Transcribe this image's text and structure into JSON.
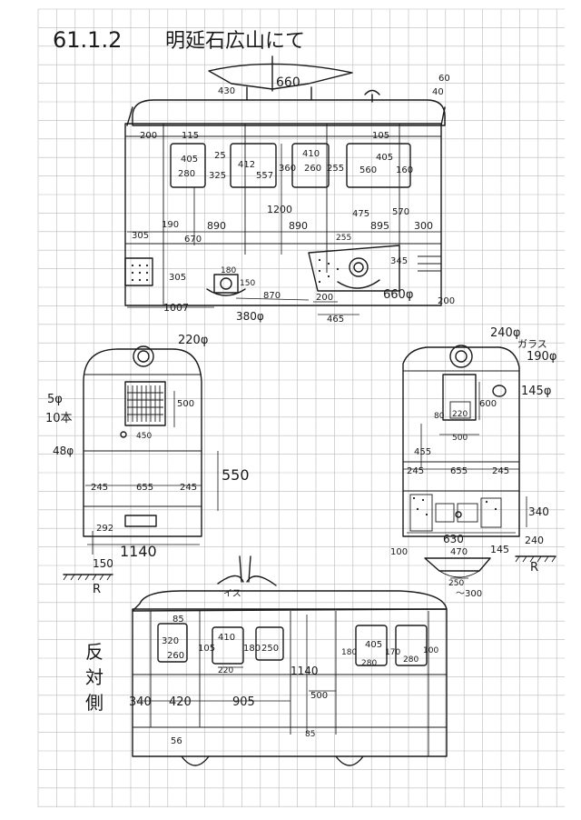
{
  "header": {
    "date": "61.1.2",
    "location": "明延石広山にて"
  },
  "colors": {
    "paper": "#ffffff",
    "grid": "#b9b9b9",
    "ink": "#1a1a1a"
  },
  "side_view": {
    "labels": {
      "pantograph_width": "660",
      "pant_offset": "430",
      "top_right_1": "60",
      "top_right_2": "40",
      "corner_200": "200",
      "w1_top": "115",
      "w1_h": "405",
      "w1_w": "280",
      "w1_gap": "25",
      "w1_bottom": "325",
      "w2_w": "412",
      "w2_right": "557",
      "w3_w": "410",
      "w3_h": "360",
      "w3_right": "260",
      "w4_gap": "255",
      "w4_top": "105",
      "w4_h": "405",
      "w4_w": "560",
      "w4_right": "160",
      "total_h": "1200",
      "dim_475": "475",
      "dim_570": "570",
      "bottom_305": "305",
      "bottom_190": "190",
      "bay_890a": "890",
      "bay_890b": "890",
      "bay_895": "895",
      "end_300": "300",
      "dim_670": "670",
      "dim_255": "255",
      "dim_345": "345",
      "base_305": "305",
      "wheel_180": "180",
      "wheel_150": "150",
      "span_870": "870",
      "span_200": "200",
      "end_200": "200",
      "wheel_660": "660φ",
      "span_1007": "1007",
      "wheel_380": "380φ",
      "span_465": "465"
    }
  },
  "front_view": {
    "labels": {
      "headlight": "220φ",
      "bars_1": "5φ",
      "bars_2": "10本",
      "bolt": "48φ",
      "grille_h": "500",
      "grille_w": "450",
      "col_l": "245",
      "col_m": "655",
      "col_r": "245",
      "height_550": "550",
      "buffer_292": "292",
      "width_1140": "1140",
      "rail_150": "150",
      "rail_r": "R"
    }
  },
  "rear_view": {
    "labels": {
      "headlight": "240φ",
      "glass": "ガラス",
      "glass_dia": "190φ",
      "lamp": "145φ",
      "win_h": "600",
      "win_inner_1": "80",
      "win_inner_2": "220",
      "win_w": "500",
      "dim_455": "455",
      "col_l": "245",
      "col_m": "655",
      "col_r": "245",
      "bumper_340": "340",
      "width_630": "630",
      "dim_100": "100",
      "dim_145": "145",
      "dim_240": "240",
      "coupler_470": "470",
      "coupler_250": "250",
      "coupler_300": "～300",
      "rail_r": "R"
    }
  },
  "other_side": {
    "labels": {
      "side_caption_1": "反",
      "side_caption_2": "対",
      "side_caption_3": "側",
      "pant_mark": "イス",
      "w1_top": "85",
      "w1_a": "320",
      "w1_b": "260",
      "w2_l": "105",
      "w2_h": "410",
      "w2_w": "220",
      "w2_r": "180",
      "w3": "250",
      "height_1140": "1140",
      "dim_500": "500",
      "w4_l": "180",
      "w4_h": "405",
      "w4_w": "280",
      "w4_gap": "170",
      "w5_w": "280",
      "w5_r": "100",
      "dim_340": "340",
      "dim_420": "420",
      "dim_905": "905",
      "dim_56": "56",
      "dim_85": "85"
    }
  }
}
